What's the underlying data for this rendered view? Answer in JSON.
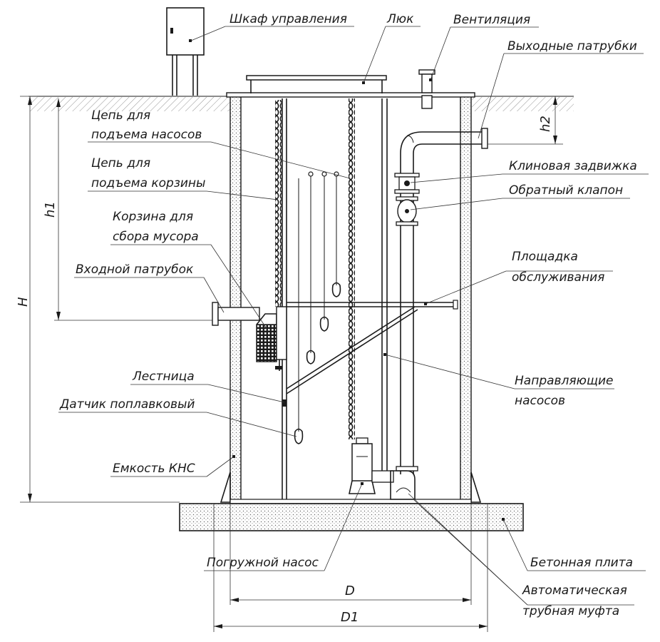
{
  "labels": {
    "control_cabinet": "Шкаф управления",
    "hatch": "Люк",
    "ventilation": "Вентиляция",
    "outlet_pipes": "Выходные патрубки",
    "pump_chain_1": "Цепь для",
    "pump_chain_2": "подъема насосов",
    "basket_chain_1": "Цепь для",
    "basket_chain_2": "подъема корзины",
    "wedge_valve": "Клиновая задвижка",
    "check_valve": "Обратный клапон",
    "basket_1": "Корзина для",
    "basket_2": "сбора мусора",
    "inlet_pipe": "Входной патрубок",
    "platform_1": "Площадка",
    "platform_2": "обслуживания",
    "ladder": "Лестница",
    "guides_1": "Направляющие",
    "guides_2": "насосов",
    "float_sensor": "Датчик поплавковый",
    "tank": "Емкость КНС",
    "submersible_pump": "Погружной насос",
    "concrete_slab": "Бетонная плита",
    "coupling_1": "Автоматическая",
    "coupling_2": "трубная муфта"
  },
  "dimensions": {
    "H": "H",
    "h1": "h1",
    "h2": "h2",
    "D": "D",
    "D1": "D1"
  },
  "colors": {
    "line": "#1a1a1a",
    "background": "#ffffff"
  }
}
